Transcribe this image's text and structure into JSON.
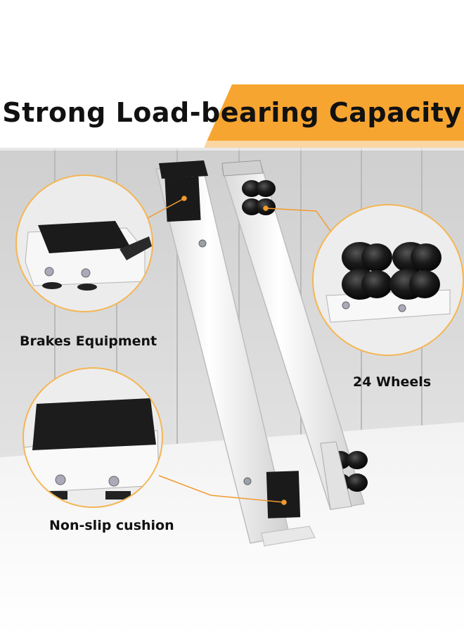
{
  "header": {
    "title": "Strong Load-bearing Capacity",
    "accent_color": "#f7a531"
  },
  "callouts": {
    "brakes": "Brakes Equipment",
    "wheels": "24 Wheels",
    "cushion": "Non-slip cushion"
  },
  "colors": {
    "frame": "#f0f0f0",
    "pad": "#1a1a1a",
    "wheel": "#141414",
    "leader_line": "#f29a2e",
    "circle_ring": "#f6b552"
  }
}
